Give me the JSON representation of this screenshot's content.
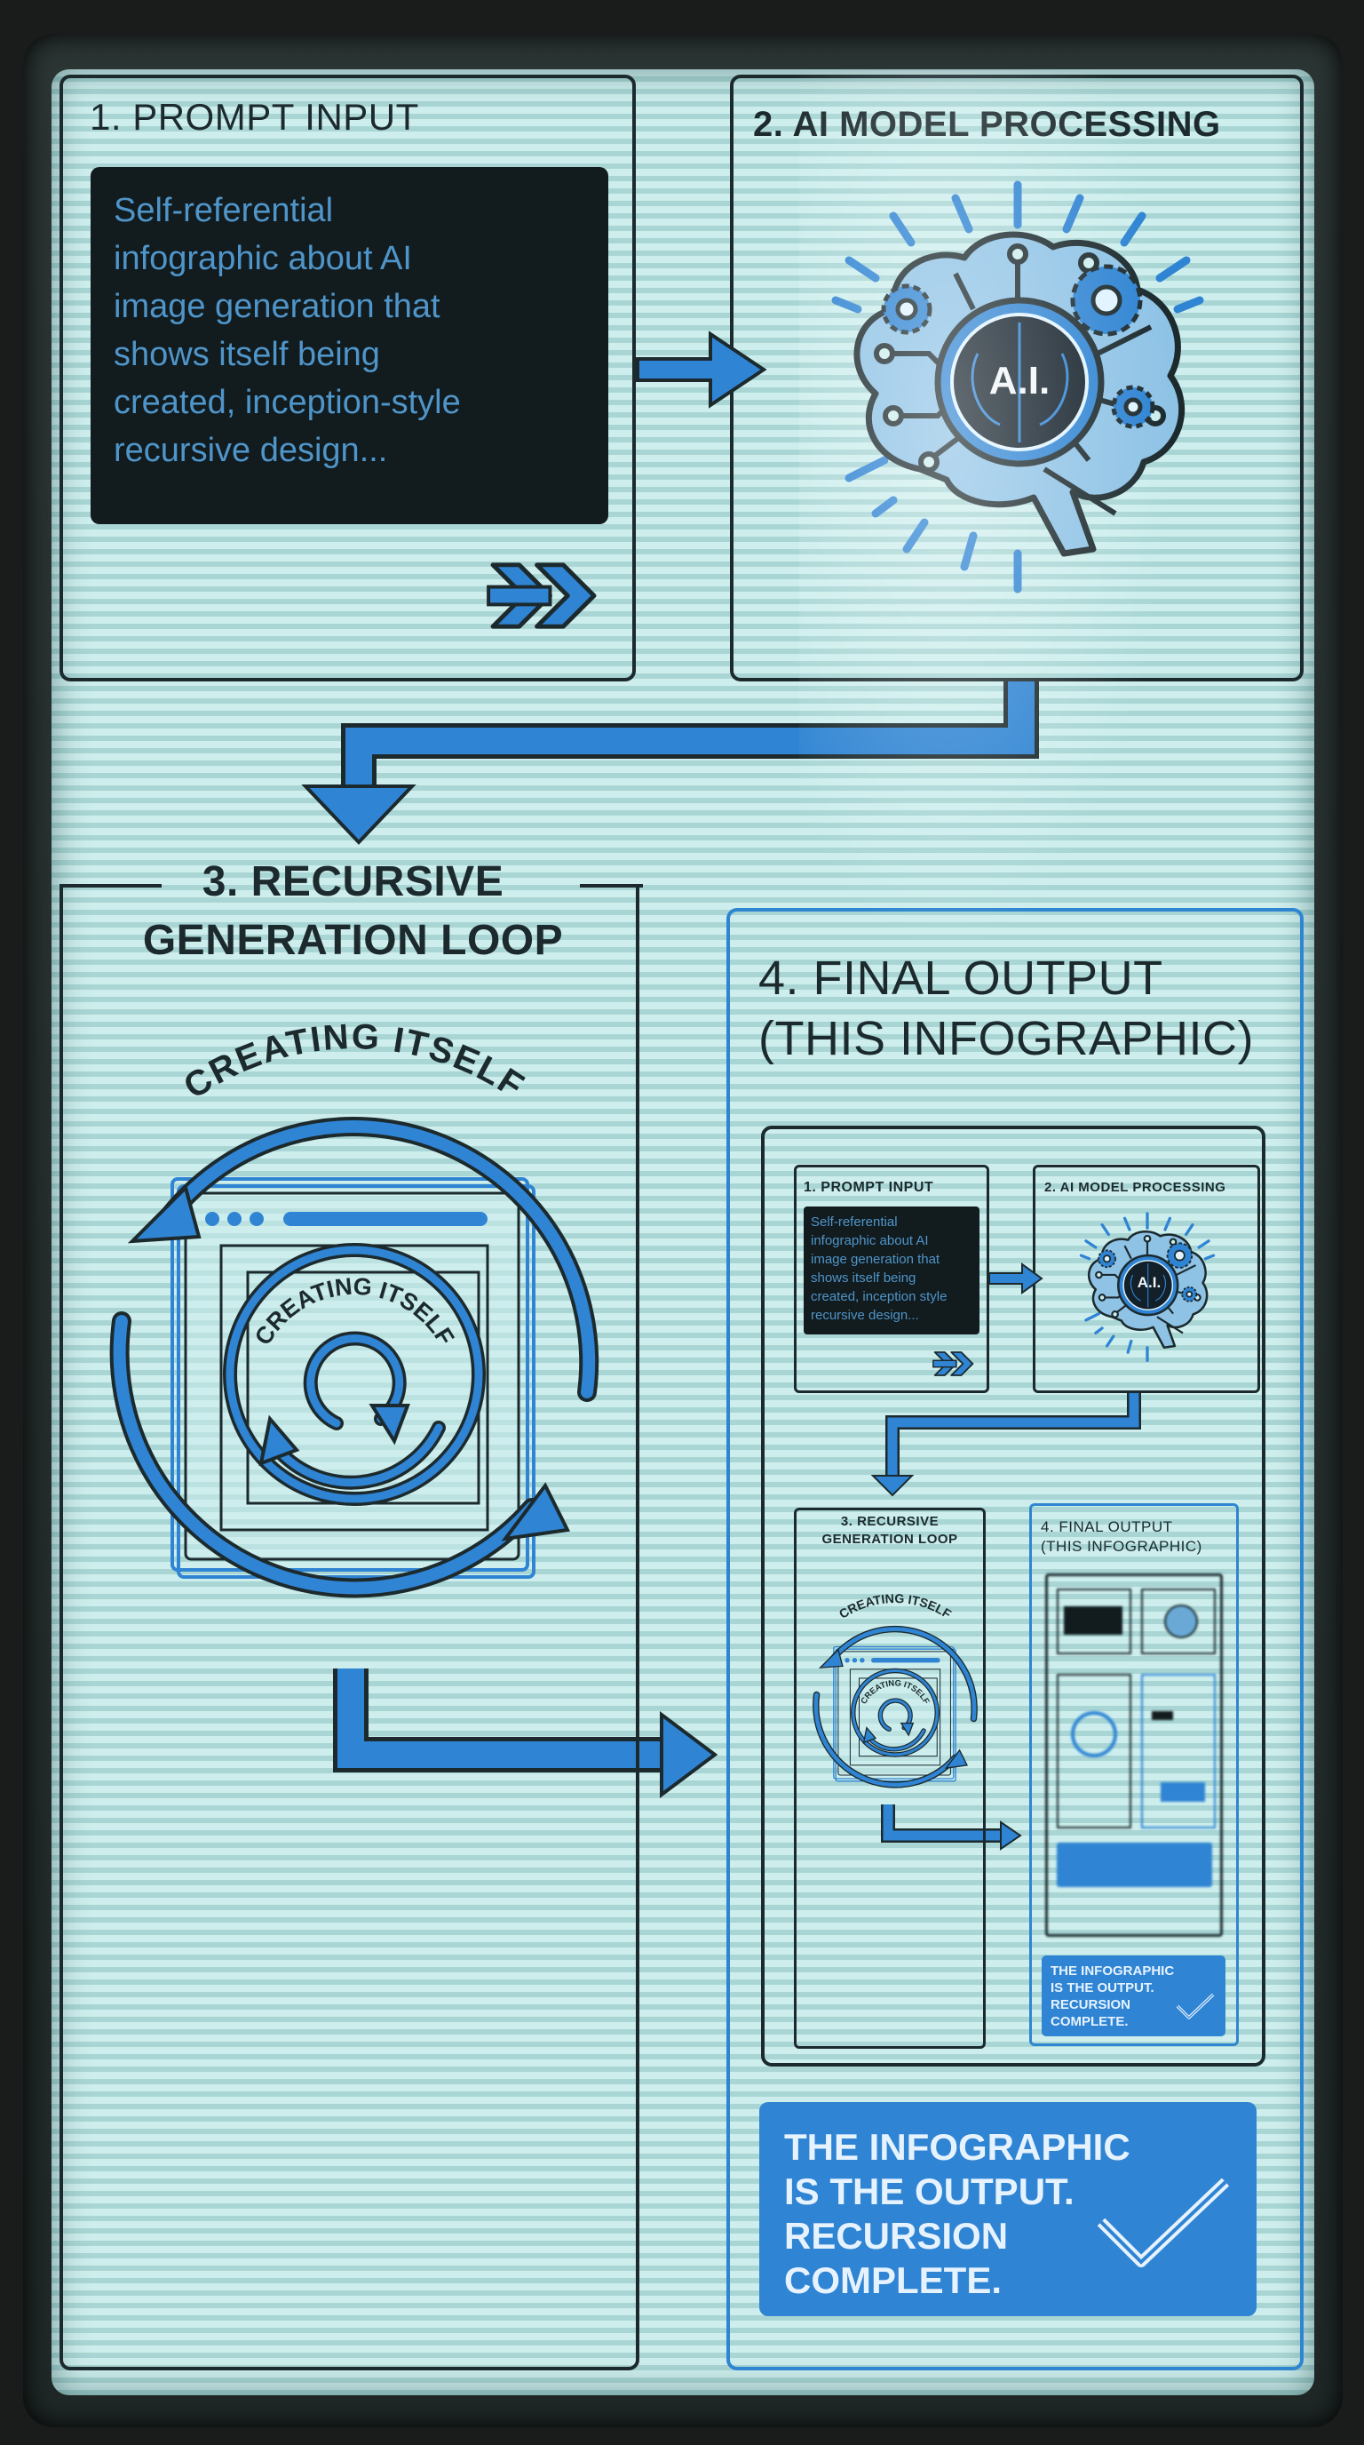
{
  "colors": {
    "screen_bg": "#cdeeed",
    "accent_blue": "#2f84d3",
    "line_dark": "#1c2a2e",
    "prompt_bg": "#121b1e",
    "prompt_text": "#4f95c9"
  },
  "panels": {
    "prompt_input": {
      "title": "1. PROMPT INPUT",
      "prompt_lines": [
        "Self-referential",
        "infographic about AI",
        "image generation that",
        "shows itself being",
        "created, inception-style",
        "recursive design..."
      ],
      "submit_icon": "double-chevron-arrow-icon"
    },
    "ai_model": {
      "title": "2. AI MODEL PROCESSING",
      "badge": "A.I.",
      "icon": "brain-circuit-icon"
    },
    "recursive_loop": {
      "title_line1": "3. RECURSIVE",
      "title_line2": "GENERATION LOOP",
      "arc_label": "CREATING ITSELF",
      "inner_arc_label": "CREATING ITSELF"
    },
    "final_output": {
      "title_line1": "4. FINAL OUTPUT",
      "title_line2": "(THIS INFOGRAPHIC)",
      "completion_lines": [
        "THE INFOGRAPHIC",
        "IS THE OUTPUT.",
        "RECURSION",
        "COMPLETE."
      ],
      "check_icon": "checkmark-icon"
    }
  },
  "nested": {
    "prompt_input": {
      "title": "1. PROMPT INPUT",
      "prompt_lines": [
        "Self-referential",
        "infographic about AI",
        "image generation that",
        "shows itself being",
        "created, inception style",
        "recursive design..."
      ]
    },
    "ai_model": {
      "title": "2. AI MODEL PROCESSING",
      "badge": "A.I."
    },
    "recursive_loop": {
      "title_line1": "3. RECURSIVE",
      "title_line2": "GENERATION LOOP",
      "arc_label": "CREATING ITSELF",
      "inner_arc_label": "CREATING ITSELF"
    },
    "final_output": {
      "title_line1": "4. FINAL OUTPUT",
      "title_line2": "(THIS INFOGRAPHIC)",
      "completion_lines": [
        "THE INFOGRAPHIC",
        "IS THE OUTPUT.",
        "RECURSION",
        "COMPLETE."
      ]
    }
  }
}
